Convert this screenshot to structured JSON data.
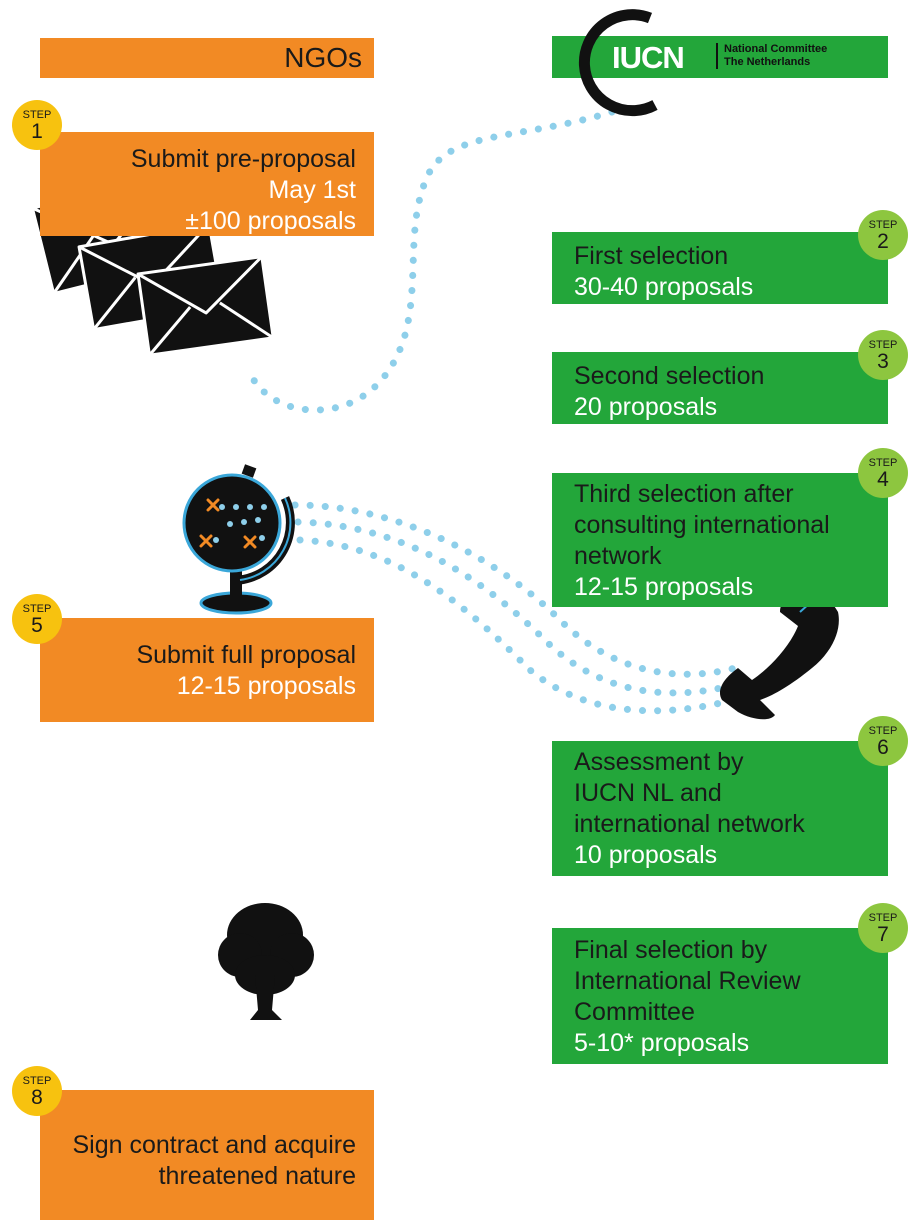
{
  "header": {
    "ngo_title": "NGOs",
    "iucn_logo": "IUCN",
    "iucn_line1": "National Committee",
    "iucn_line2": "The Netherlands"
  },
  "steps": [
    {
      "label": "STEP",
      "number": "1",
      "lines": [
        "Submit pre-proposal"
      ],
      "highlight": [
        "May 1st",
        "±100 proposals"
      ]
    },
    {
      "label": "STEP",
      "number": "2",
      "lines": [
        "First selection"
      ],
      "highlight": [
        "30-40 proposals"
      ]
    },
    {
      "label": "STEP",
      "number": "3",
      "lines": [
        "Second selection"
      ],
      "highlight": [
        "20 proposals"
      ]
    },
    {
      "label": "STEP",
      "number": "4",
      "lines": [
        "Third selection after",
        "consulting international",
        "network"
      ],
      "highlight": [
        "12-15 proposals"
      ]
    },
    {
      "label": "STEP",
      "number": "5",
      "lines": [
        "Submit full proposal"
      ],
      "highlight": [
        "12-15 proposals"
      ]
    },
    {
      "label": "STEP",
      "number": "6",
      "lines": [
        "Assessment by",
        "IUCN NL and",
        "international network"
      ],
      "highlight": [
        "10 proposals"
      ]
    },
    {
      "label": "STEP",
      "number": "7",
      "lines": [
        "Final selection by",
        "International Review",
        "Committee"
      ],
      "highlight": [
        "5-10* proposals"
      ]
    },
    {
      "label": "STEP",
      "number": "8",
      "lines": [
        "Sign contract and acquire",
        "threatened nature"
      ],
      "highlight": []
    }
  ],
  "icons": [
    "envelopes-icon",
    "globe-icon",
    "telephone-icon",
    "tree-icon"
  ],
  "colors": {
    "orange": "#F28A24",
    "green": "#23A63A",
    "step_yellow": "#F7C20F",
    "step_lime": "#8DC63F",
    "dots": "#8ECFEA"
  }
}
